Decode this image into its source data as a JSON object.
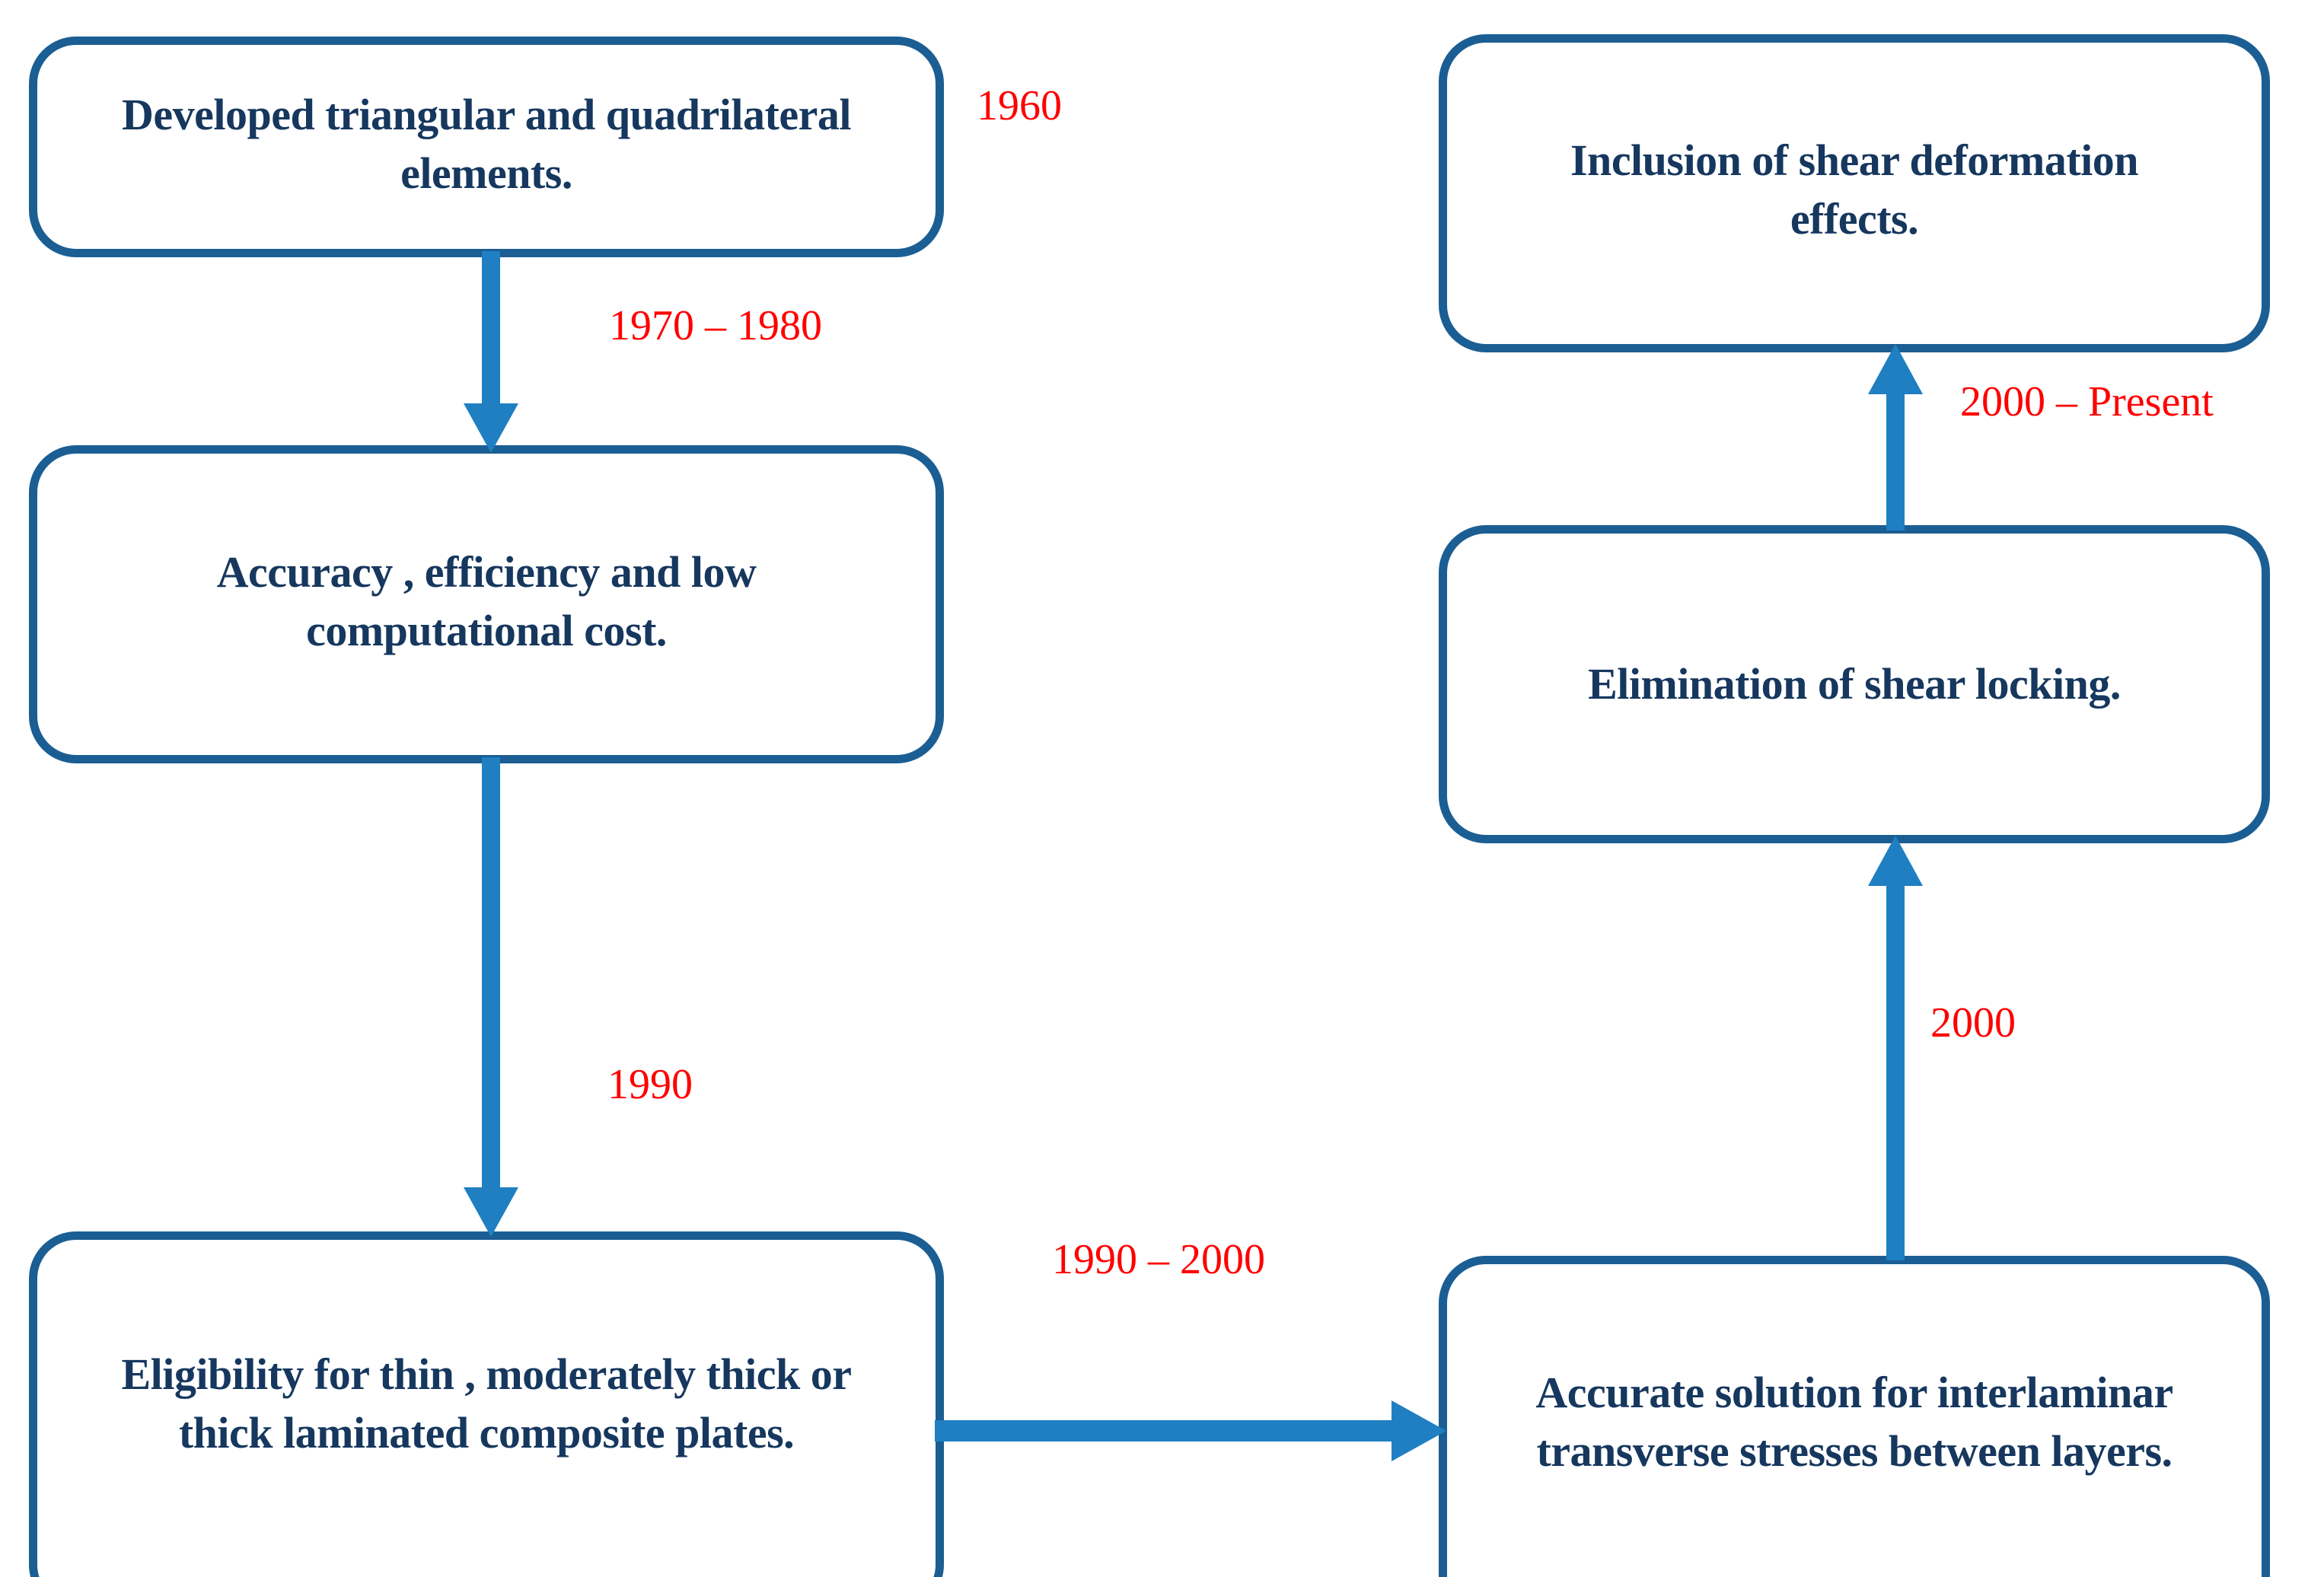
{
  "diagram": {
    "title": "Evolution of finite element plate formulations timeline",
    "colors": {
      "node_border": "#1B5E93",
      "node_text": "#16375E",
      "arrow": "#1F7FC2",
      "year_label": "#FF0000",
      "background": "#FFFFFF"
    },
    "nodes": [
      {
        "id": "developed-elements",
        "text": "Developed triangular and quadrilateral\nelements."
      },
      {
        "id": "accuracy-efficiency",
        "text": "Accuracy , efficiency and low\ncomputational cost."
      },
      {
        "id": "eligibility-plates",
        "text": "Eligibility for thin , moderately thick or\nthick laminated composite plates."
      },
      {
        "id": "shear-deformation",
        "text": "Inclusion of shear deformation\neffects."
      },
      {
        "id": "shear-locking",
        "text": "Elimination of shear locking."
      },
      {
        "id": "interlaminar-stresses",
        "text": "Accurate solution for interlaminar\ntransverse stresses between layers."
      }
    ],
    "year_labels": [
      {
        "id": "1960",
        "text": "1960"
      },
      {
        "id": "1970-1980",
        "text": "1970 – 1980"
      },
      {
        "id": "1990",
        "text": "1990"
      },
      {
        "id": "1990-2000",
        "text": "1990 – 2000"
      },
      {
        "id": "2000",
        "text": "2000"
      },
      {
        "id": "2000-present",
        "text": "2000 – Present"
      }
    ],
    "connections": [
      {
        "from": "developed-elements",
        "to": "accuracy-efficiency",
        "direction": "down",
        "label": "1970 – 1980"
      },
      {
        "from": "accuracy-efficiency",
        "to": "eligibility-plates",
        "direction": "down",
        "label": "1990"
      },
      {
        "from": "eligibility-plates",
        "to": "interlaminar-stresses",
        "direction": "right",
        "label": "1990 – 2000"
      },
      {
        "from": "interlaminar-stresses",
        "to": "shear-locking",
        "direction": "up",
        "label": "2000"
      },
      {
        "from": "shear-locking",
        "to": "shear-deformation",
        "direction": "up",
        "label": "2000 – Present"
      }
    ]
  }
}
